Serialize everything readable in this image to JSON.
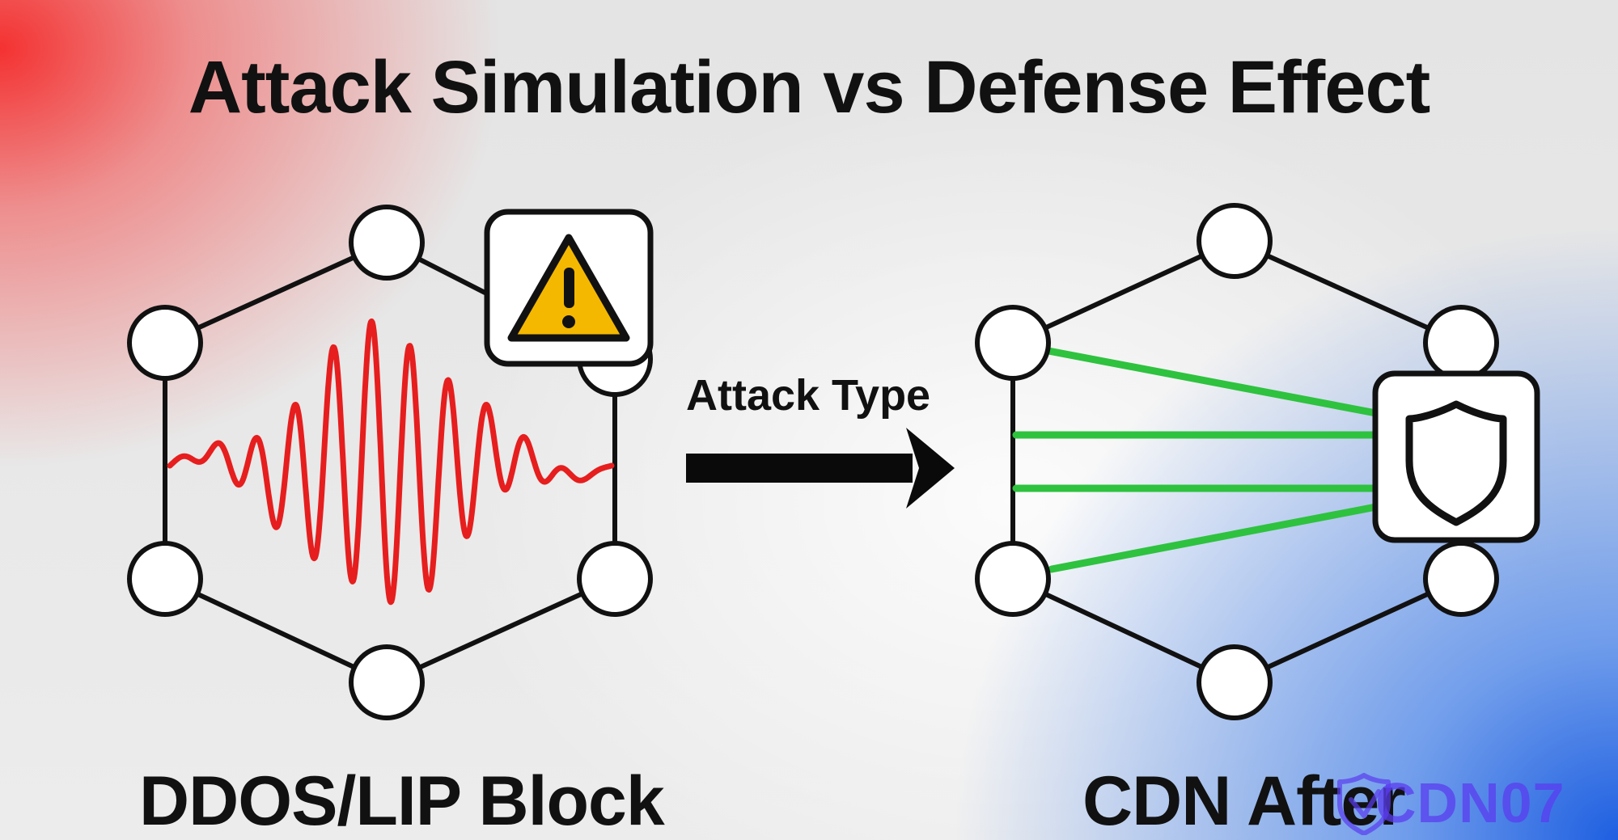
{
  "title": "Attack Simulation vs Defense Effect",
  "arrow_label": "Attack Type",
  "left_label": "DDOS/LIP Block",
  "right_label": "CDN After",
  "watermark": "CDN07",
  "icons": {
    "warning": "warning-icon",
    "shield": "shield-icon"
  },
  "colors": {
    "attack_wave": "#e61e1e",
    "clean_traffic": "#2ec23f",
    "warning_fill": "#f5b800",
    "watermark": "#5a3df0"
  }
}
